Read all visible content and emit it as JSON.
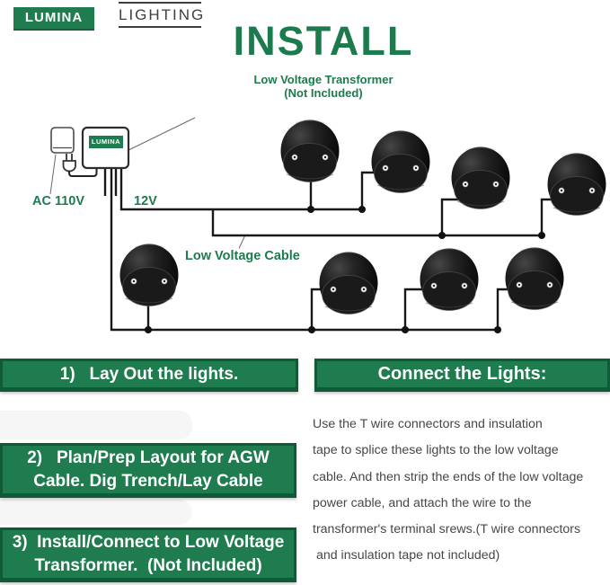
{
  "colors": {
    "brand_green": "#1e7c4e",
    "banner_border_green": "#0f5a37",
    "text_gray": "#474747"
  },
  "brand": {
    "lumina": "LUMINA",
    "lighting": "LIGHTING"
  },
  "title": "INSTALL",
  "transformer_callout": {
    "line1": "Low Voltage Transformer",
    "line2": "(Not Included)"
  },
  "diagram": {
    "transformer_box_label": "LUMINA",
    "ac_label": "AC 110V",
    "dc_label": "12V",
    "cable_label": "Low Voltage Cable",
    "lights_count": 8,
    "icons": [
      "power-outlet-icon",
      "power-plug-icon",
      "transformer-box",
      "deck-light",
      "junction-dot"
    ]
  },
  "steps": {
    "step1": {
      "line1": "1)   Lay Out the lights."
    },
    "step2": {
      "line1": "2)   Plan/Prep Layout for AGW",
      "line2": "Cable. Dig Trench/Lay Cable"
    },
    "step3": {
      "line1": "3)  Install/Connect to Low Voltage",
      "line2": "Transformer.  (Not Included)"
    }
  },
  "connect": {
    "header": "Connect the Lights:",
    "lines": [
      "Use the T wire connectors and insulation",
      "tape to splice these lights to the low voltage",
      "cable. And then strip the ends of the low voltage",
      "power cable, and attach the wire to the",
      "transformer's terminal srews.(T wire connectors",
      " and insulation tape not included)"
    ]
  }
}
